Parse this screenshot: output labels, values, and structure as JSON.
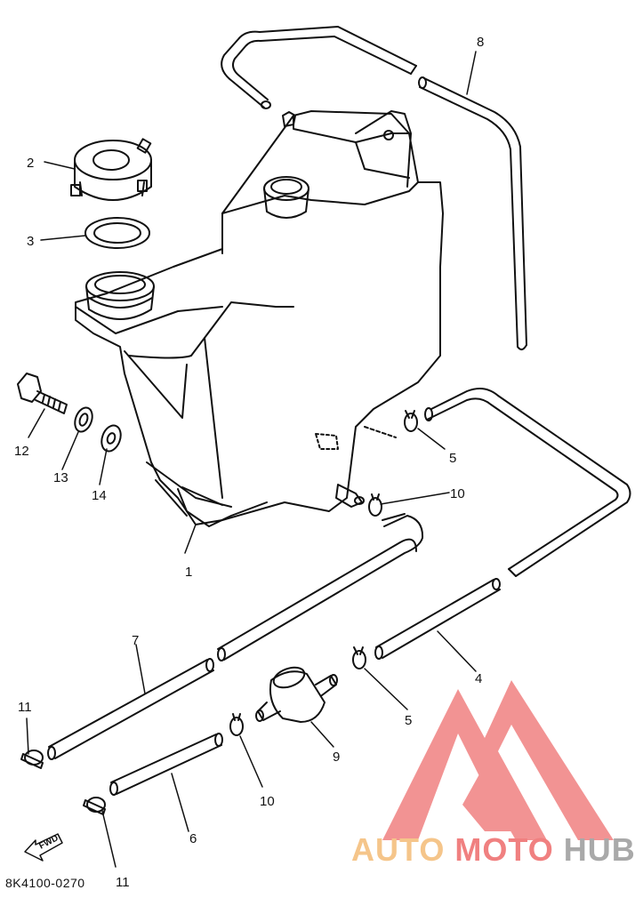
{
  "diagram": {
    "callouts": [
      "1",
      "2",
      "3",
      "4",
      "5",
      "5",
      "6",
      "7",
      "8",
      "9",
      "10",
      "10",
      "11",
      "11",
      "12",
      "13",
      "14"
    ],
    "part_number": "8K4100-0270",
    "fwd_label": "FWD"
  },
  "watermark": {
    "brand_part1": "AUTO",
    "brand_part2": "MOTO",
    "brand_part3": "HUB",
    "colors": {
      "logo": "#f08080",
      "auto": "#f5c58a",
      "moto": "#f08080",
      "hub": "#a9a9a9"
    }
  }
}
